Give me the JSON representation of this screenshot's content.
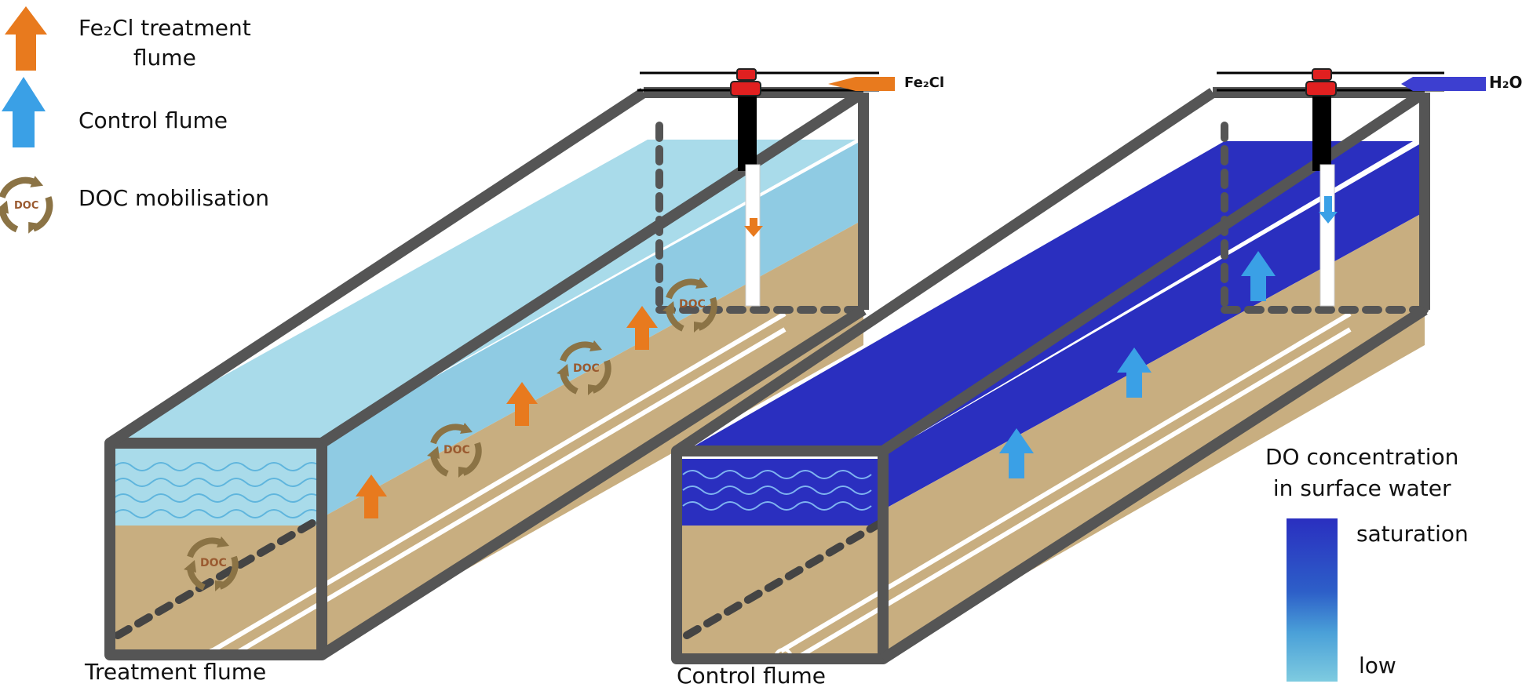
{
  "legend": {
    "items": [
      {
        "icon": "orange-up-arrow-icon",
        "label_line1": "Fe₂Cl treatment",
        "label_line2": "flume"
      },
      {
        "icon": "blue-up-arrow-icon",
        "label": "Control flume"
      },
      {
        "icon": "doc-cycle-icon",
        "label": "DOC mobilisation"
      }
    ]
  },
  "doc_badge": "DOC",
  "inlets": {
    "treatment": "Fe₂Cl",
    "control": "H₂O"
  },
  "flume_labels": {
    "treatment": "Treatment flume",
    "control": "Control flume"
  },
  "colorbar": {
    "title_line1": "DO concentration",
    "title_line2": "in surface water",
    "high_label": "saturation",
    "low_label": "low",
    "high_color": "#2a2fc0",
    "low_color": "#7ecbe0"
  },
  "colors": {
    "orange_arrow": "#e87a1e",
    "blue_arrow": "#3aa0e6",
    "doc_brown": "#8b7345",
    "sediment": "#c8ae80",
    "frame": "#555555",
    "treatment_water": "#9fd8ea",
    "control_water": "#2a2fbf"
  }
}
